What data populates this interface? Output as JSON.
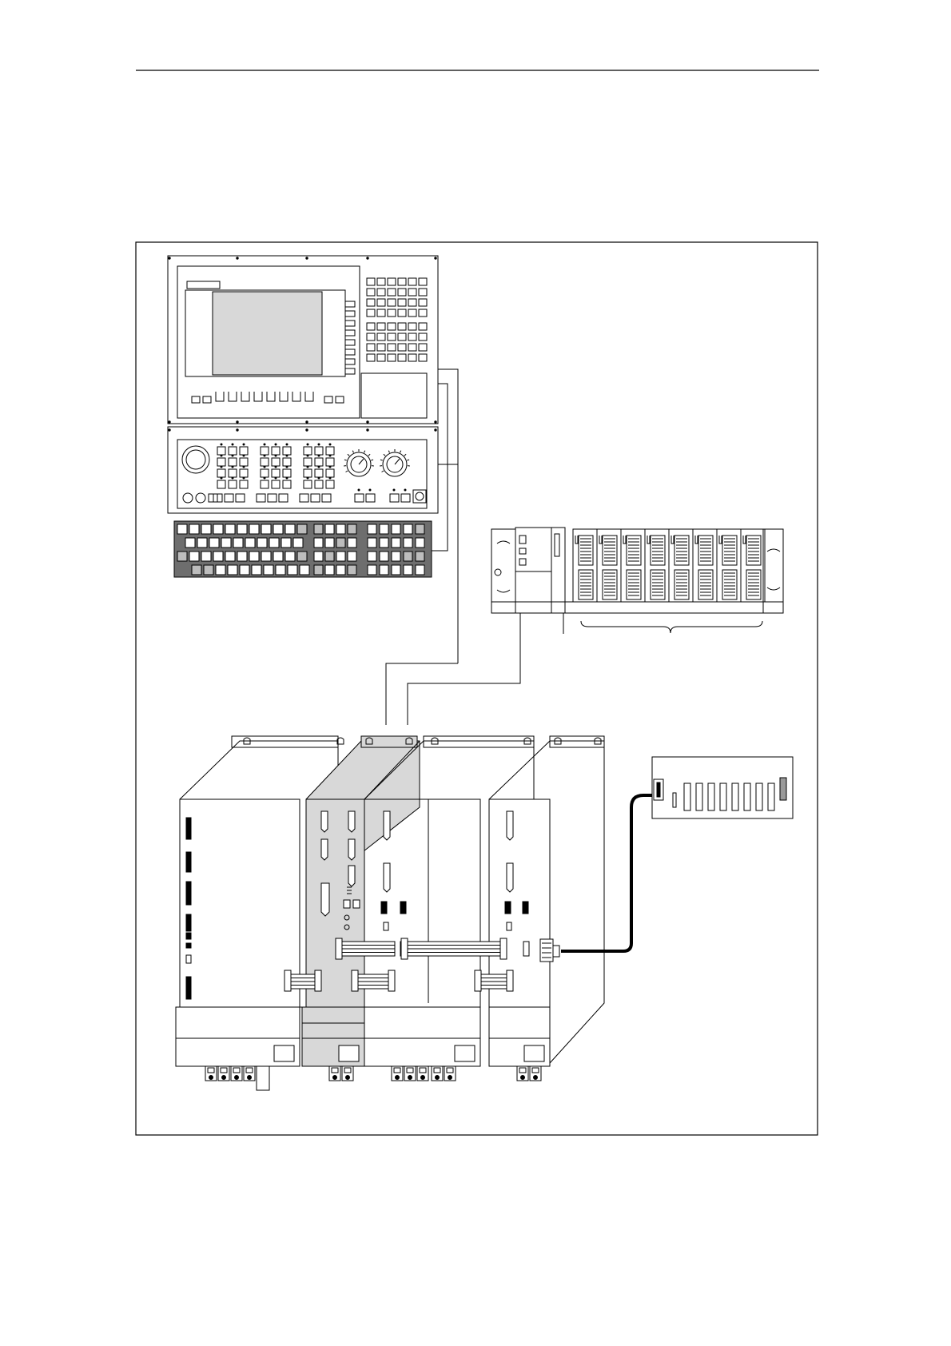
{
  "page": {
    "header_rule": true
  },
  "figure": {
    "components": [
      {
        "id": "operator-panel",
        "kind": "monitor-with-keyboard"
      },
      {
        "id": "machine-control-panel",
        "kind": "control-panel-with-handwheels"
      },
      {
        "id": "full-keyboard",
        "kind": "keyboard"
      },
      {
        "id": "plc-rack",
        "kind": "io-module-rack",
        "module_count": 8
      },
      {
        "id": "drive-group",
        "kind": "drive-modules",
        "module_count": 4
      },
      {
        "id": "io-board",
        "kind": "terminal-board",
        "slot_count": 8
      }
    ],
    "colors": {
      "line": "#000000",
      "background": "#ffffff",
      "screen": "#d8d8d8",
      "keyboard_body": "#6e6e6e",
      "module_highlight": "#d8d8d8"
    }
  }
}
